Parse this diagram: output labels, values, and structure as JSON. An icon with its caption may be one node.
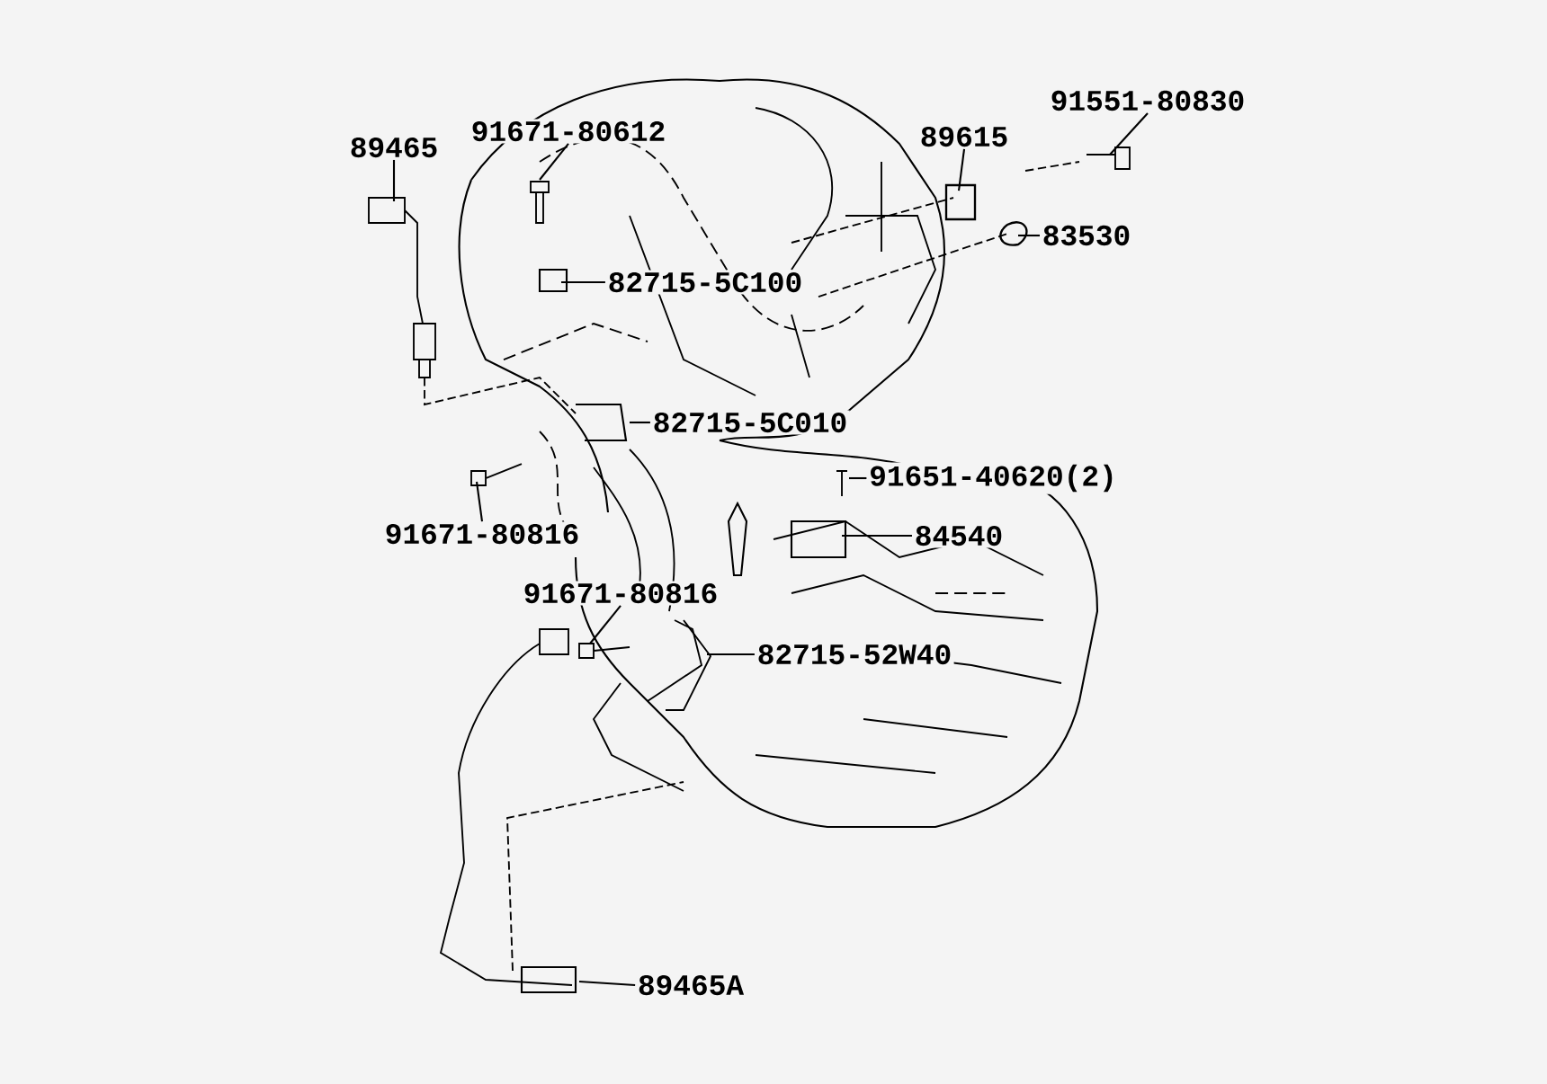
{
  "diagram": {
    "nodes": [
      {
        "text": [
          "89465"
        ]
      },
      {
        "text": [
          "91671-80612"
        ]
      },
      {
        "text": [
          "89615"
        ]
      },
      {
        "text": [
          "91551-80830"
        ]
      },
      {
        "text": [
          "83530"
        ]
      },
      {
        "text": [
          "82715-5C100"
        ]
      },
      {
        "text": [
          "82715-5C010"
        ]
      },
      {
        "text": [
          "91651-40620(2)"
        ]
      },
      {
        "text": [
          "91671-80816"
        ]
      },
      {
        "text": [
          "84540"
        ]
      },
      {
        "text": [
          "91671-80816"
        ]
      },
      {
        "text": [
          "82715-52W40"
        ]
      },
      {
        "text": [
          "89465A"
        ]
      }
    ],
    "edges": [
      {
        "from": 0,
        "to": null,
        "arrow": "none"
      },
      {
        "from": 1,
        "to": null,
        "arrow": "none"
      },
      {
        "from": 2,
        "to": null,
        "arrow": "none"
      },
      {
        "from": 3,
        "to": null,
        "arrow": "none"
      },
      {
        "from": 4,
        "to": null,
        "arrow": "none"
      },
      {
        "from": 5,
        "to": null,
        "arrow": "none"
      },
      {
        "from": 6,
        "to": null,
        "arrow": "none"
      },
      {
        "from": 7,
        "to": null,
        "arrow": "none"
      },
      {
        "from": 8,
        "to": null,
        "arrow": "none"
      },
      {
        "from": 9,
        "to": null,
        "arrow": "none"
      },
      {
        "from": 10,
        "to": null,
        "arrow": "none"
      },
      {
        "from": 11,
        "to": null,
        "arrow": "none"
      },
      {
        "from": 12,
        "to": null,
        "arrow": "none"
      }
    ]
  }
}
